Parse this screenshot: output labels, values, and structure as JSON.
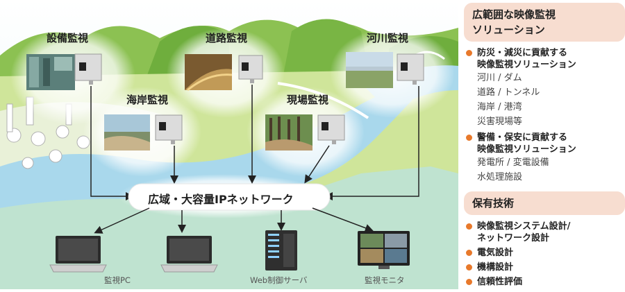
{
  "diagram": {
    "sites": {
      "facility": "設備監視",
      "road": "道路監視",
      "river": "河川監視",
      "coast": "海岸監視",
      "field": "現場監視"
    },
    "network_label": "広域・大容量IPネットワーク",
    "terminals": {
      "pc": "監視PC",
      "server": "Web制御サーバ",
      "monitor": "監視モニタ"
    }
  },
  "sidebar": {
    "solutions_title": "広範囲な映像監視ソリューション",
    "solutions_title_line1": "広範囲な映像監視",
    "solutions_title_line2": "ソリューション",
    "group1": {
      "line1": "防災・減災に貢献する",
      "line2": "映像監視ソリューション",
      "items": [
        "河川 / ダム",
        "道路 / トンネル",
        "海岸 / 港湾",
        "災害現場等"
      ]
    },
    "group2": {
      "line1": "警備・保安に貢献する",
      "line2": "映像監視ソリューション",
      "items": [
        "発電所 / 変電設備",
        "水処理施設"
      ]
    },
    "tech_title": "保有技術",
    "tech": {
      "item1_line1": "映像監視システム設計/",
      "item1_line2": "ネットワーク設計",
      "item2": "電気設計",
      "item3": "機構設計",
      "item4": "信頼性評価"
    }
  },
  "colors": {
    "accent_orange": "#e8792b",
    "title_bg": "#f7ddd0",
    "sky": "#dff1f7",
    "water": "#9fd3ea",
    "land": "#c9e08a"
  }
}
